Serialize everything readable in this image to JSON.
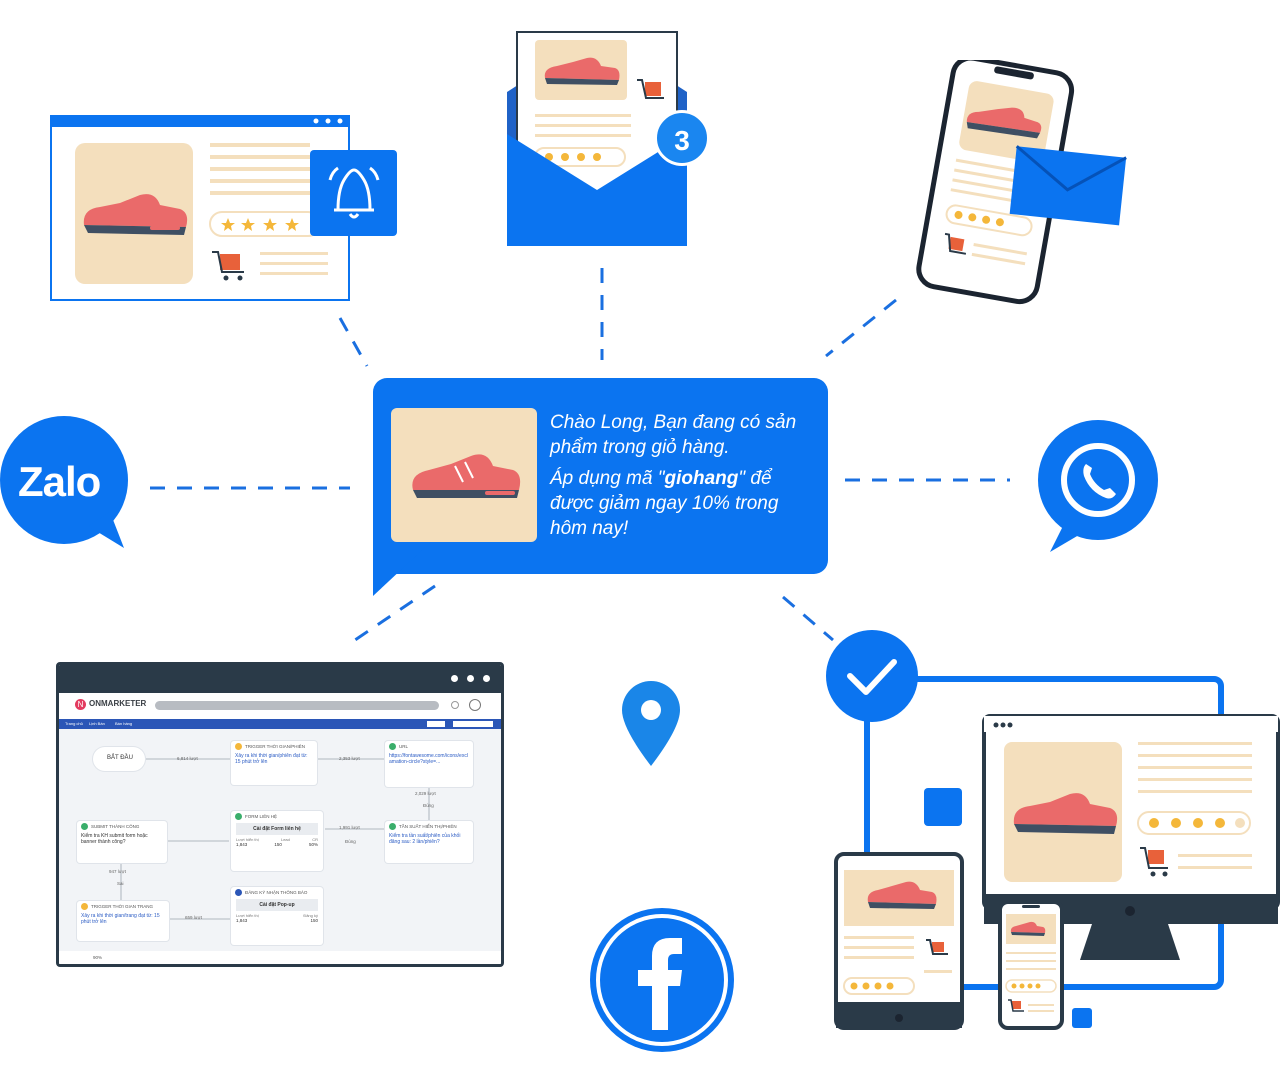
{
  "bubble": {
    "greeting": "Chào Long, Bạn đang có sản phẩm trong giỏ hàng.",
    "offer_prefix": "Áp dụng mã \"",
    "offer_code": "giohang",
    "offer_suffix": "\" để được giảm ngay 10% trong hôm nay!"
  },
  "channels": {
    "zalo_label": "Zalo",
    "email_badge": "3"
  },
  "app": {
    "brand": "ONMARKETER",
    "nav_items": [
      "Trang chủ",
      "Lịnh Bán",
      "Bán hàng"
    ],
    "start_label": "BẮT ĐẦU",
    "nodes": {
      "trigger_time": {
        "title": "TRIGGER THỜI GIAN/PHIÊN",
        "body": "Xảy ra khi thời gian/phiên đạt từ: 15 phút trở lên"
      },
      "url": {
        "title": "URL",
        "body": "https://fontawesome.com/icons/exclamation-circle?style=..."
      },
      "form": {
        "title": "FORM LIÊN HỆ",
        "button": "Cài đặt Form liên hệ",
        "col1": "Lượt hiển thị",
        "col2": "Lead",
        "col3": "CR",
        "v1": "1,843",
        "v2": "150",
        "v3": "50%"
      },
      "freq": {
        "title": "TẦN SUẤT HIỂN THỊ/PHIÊN",
        "body": "Kiểm tra tần suất/phiên của khối đăng sau: 2 lần/phiên?"
      },
      "submit": {
        "title": "SUBMIT THÀNH CÔNG",
        "body": "Kiểm tra KH submit form hoặc banner thành công?"
      },
      "trigger_page": {
        "title": "TRIGGER THỜI GIAN TRANG",
        "body": "Xảy ra khi thời gian/trang đạt từ: 15 phút trở lên"
      },
      "signup": {
        "title": "ĐĂNG KÝ NHẬN THÔNG BÁO",
        "button": "Cài đặt Pop-up",
        "col1": "Lượt hiển thị",
        "col2": "Đăng ký",
        "v1": "1,843",
        "v2": "150"
      }
    },
    "edges": {
      "e1": "6,814 lượt",
      "e2": "2,353 lượt",
      "e3": "2,029 lượt",
      "e4": "Đúng",
      "e5": "1,991 lượt",
      "e6": "Đúng",
      "e7": "947 lượt",
      "e8": "Sai",
      "e9": "659 lượt"
    },
    "zoom": "90%"
  },
  "colors": {
    "brand_blue": "#0b74f0",
    "dark": "#2a3a48",
    "shoe_bg": "#f4dfbd",
    "star": "#f4b73a"
  }
}
